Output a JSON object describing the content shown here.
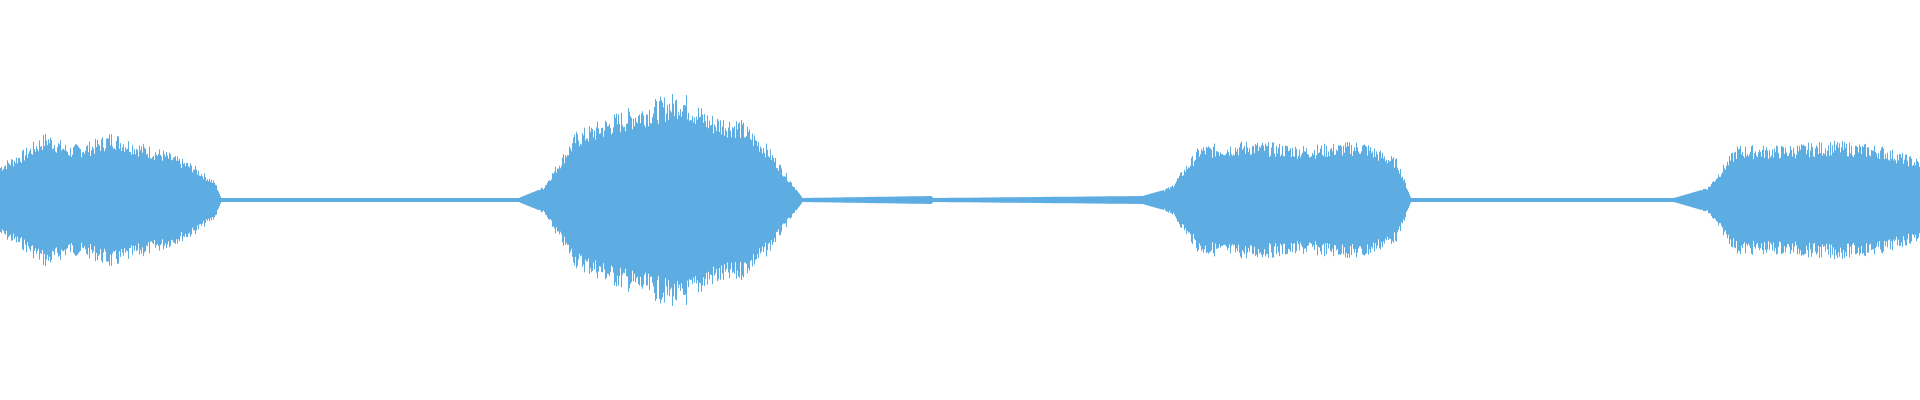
{
  "waveform": {
    "color": "#5dade2",
    "background": "#ffffff",
    "duration_fraction_bursts": [
      {
        "start": 0.0,
        "end": 0.114
      },
      {
        "start": 0.278,
        "end": 0.418
      },
      {
        "start": 0.595,
        "end": 0.735
      },
      {
        "start": 0.872,
        "end": 1.0
      }
    ],
    "envelope_samples": [
      {
        "t": 0.0,
        "amp": 0.16
      },
      {
        "t": 0.012,
        "amp": 0.22
      },
      {
        "t": 0.024,
        "amp": 0.3
      },
      {
        "t": 0.036,
        "amp": 0.24
      },
      {
        "t": 0.048,
        "amp": 0.26
      },
      {
        "t": 0.058,
        "amp": 0.3
      },
      {
        "t": 0.07,
        "amp": 0.26
      },
      {
        "t": 0.085,
        "amp": 0.22
      },
      {
        "t": 0.1,
        "amp": 0.16
      },
      {
        "t": 0.112,
        "amp": 0.08
      },
      {
        "t": 0.115,
        "amp": 0.01
      },
      {
        "t": 0.27,
        "amp": 0.01
      },
      {
        "t": 0.283,
        "amp": 0.06
      },
      {
        "t": 0.3,
        "amp": 0.3
      },
      {
        "t": 0.32,
        "amp": 0.38
      },
      {
        "t": 0.34,
        "amp": 0.44
      },
      {
        "t": 0.355,
        "amp": 0.48
      },
      {
        "t": 0.37,
        "amp": 0.38
      },
      {
        "t": 0.385,
        "amp": 0.36
      },
      {
        "t": 0.4,
        "amp": 0.24
      },
      {
        "t": 0.418,
        "amp": 0.01
      },
      {
        "t": 0.485,
        "amp": 0.02
      },
      {
        "t": 0.486,
        "amp": 0.01
      },
      {
        "t": 0.595,
        "amp": 0.02
      },
      {
        "t": 0.61,
        "amp": 0.06
      },
      {
        "t": 0.625,
        "amp": 0.24
      },
      {
        "t": 0.65,
        "amp": 0.26
      },
      {
        "t": 0.68,
        "amp": 0.24
      },
      {
        "t": 0.71,
        "amp": 0.26
      },
      {
        "t": 0.728,
        "amp": 0.18
      },
      {
        "t": 0.735,
        "amp": 0.01
      },
      {
        "t": 0.872,
        "amp": 0.01
      },
      {
        "t": 0.89,
        "amp": 0.06
      },
      {
        "t": 0.905,
        "amp": 0.24
      },
      {
        "t": 0.93,
        "amp": 0.24
      },
      {
        "t": 0.955,
        "amp": 0.26
      },
      {
        "t": 0.98,
        "amp": 0.24
      },
      {
        "t": 1.0,
        "amp": 0.18
      }
    ]
  }
}
